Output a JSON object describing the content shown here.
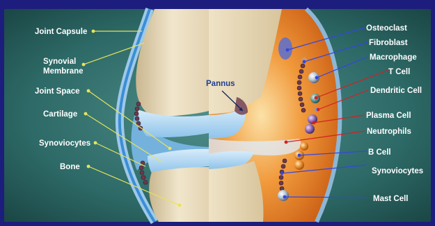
{
  "left_labels": {
    "joint_capsule": "Joint Capsule",
    "synovial_membrane_1": "Synovial",
    "synovial_membrane_2": "Membrane",
    "joint_space": "Joint Space",
    "cartilage": "Cartilage",
    "synoviocytes": "Synoviocytes",
    "bone": "Bone"
  },
  "center_labels": {
    "pannus": "Pannus"
  },
  "right_labels": {
    "osteoclast": "Osteoclast",
    "fibroblast": "Fibroblast",
    "macrophage": "Macrophage",
    "t_cell": "T Cell",
    "dendritic_cell": "Dendritic Cell",
    "plasma_cell": "Plasma Cell",
    "neutrophils": "Neutrophils",
    "b_cell": "B Cell",
    "synoviocytes": "Synoviocytes",
    "mast_cell": "Mast Cell"
  },
  "colors": {
    "frame_blue": "#1d1d7d",
    "background_teal": "#2b6664",
    "bone": "#eadcc0",
    "cartilage": "#a9d3ef",
    "synovial_fluid": "#7ab8e8",
    "inflamed_tissue": "#e6731c",
    "left_leader_line": "#e8e35a",
    "blue_leader_line": "#3446e0",
    "red_leader_line": "#d42020"
  }
}
